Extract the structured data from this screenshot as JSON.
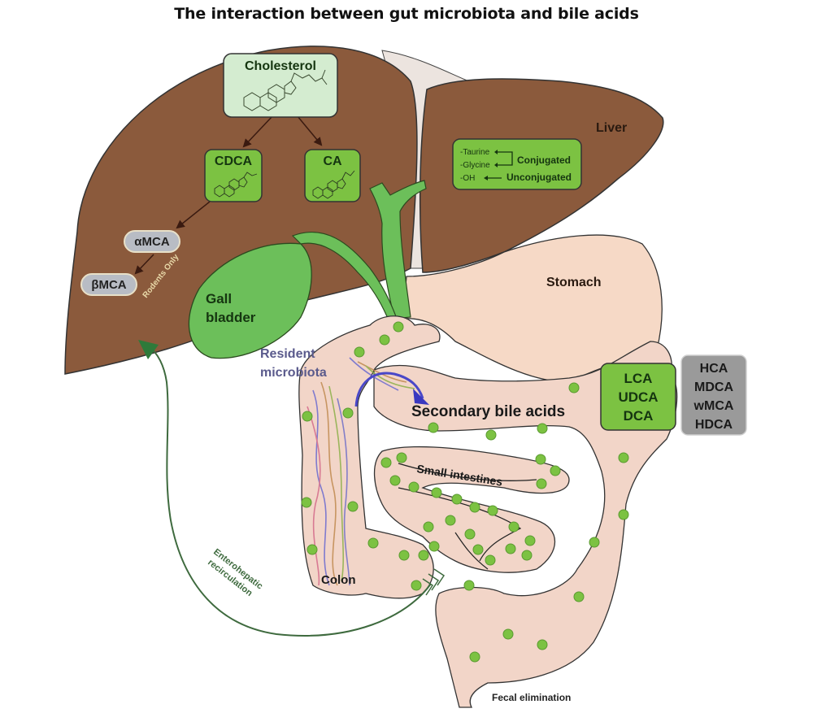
{
  "title": "The interaction between gut microbiota and bile acids",
  "organs": {
    "liver": "Liver",
    "stomach": "Stomach",
    "gallbladder_line1": "Gall",
    "gallbladder_line2": "bladder",
    "small_intestines": "Small intestines",
    "colon": "Colon"
  },
  "liver_boxes": {
    "cholesterol": "Cholesterol",
    "cdca": "CDCA",
    "ca": "CA",
    "amca": "αMCA",
    "bmca": "βMCA",
    "rodents_only": "Rodents Only"
  },
  "conjugation_box": {
    "taurine": "-Taurine",
    "glycine": "-Glycine",
    "oh": "-OH",
    "conjugated": "Conjugated",
    "unconjugated": "Unconjugated"
  },
  "microbiota": {
    "line1": "Resident",
    "line2": "microbiota"
  },
  "secondary_bile_acids": "Secondary bile acids",
  "secondary_box": [
    "LCA",
    "UDCA",
    "DCA"
  ],
  "other_box": [
    "HCA",
    "MDCA",
    "wMCA",
    "HDCA"
  ],
  "enterohepatic": {
    "line1": "Enterohepatic",
    "line2": "recirculation"
  },
  "fecal_elimination": "Fecal elimination",
  "colors": {
    "liver": "#8b5a3c",
    "gut": "#f2d5c8",
    "stomach": "#f6d9c6",
    "green_box": "#7cc242",
    "bile_green": "#6cbf5a",
    "gray_box": "#9a9a9a",
    "pill_gray": "#b8bcc4",
    "arrow_green": "#3e7a3e",
    "microbiota_purple": "#5a5a8c"
  }
}
